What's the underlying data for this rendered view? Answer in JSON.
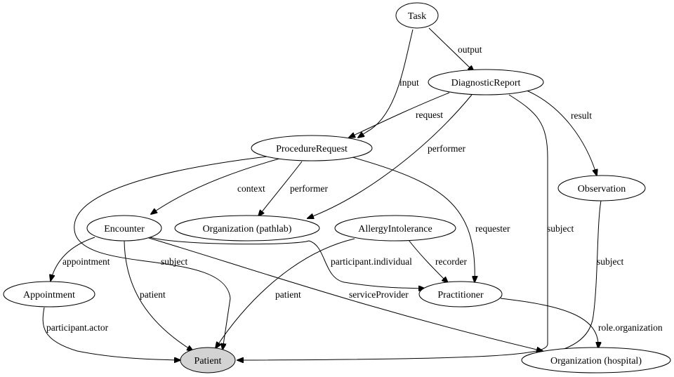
{
  "colors": {
    "node_fill": "#ffffff",
    "highlight_fill": "#d3d3d3",
    "stroke": "#000000"
  },
  "nodes": {
    "task": "Task",
    "diagnostic_report": "DiagnosticReport",
    "procedure_request": "ProcedureRequest",
    "observation": "Observation",
    "encounter": "Encounter",
    "organization_pathlab": "Organization (pathlab)",
    "allergy_intolerance": "AllergyIntolerance",
    "appointment": "Appointment",
    "practitioner": "Practitioner",
    "patient": "Patient",
    "organization_hospital": "Organization (hospital)"
  },
  "edges": {
    "task_output": "output",
    "task_input": "input",
    "dr_request": "request",
    "dr_performer": "performer",
    "dr_result": "result",
    "dr_subject": "subject",
    "pr_context": "context",
    "pr_performer": "performer",
    "pr_requester": "requester",
    "pr_subject": "subject",
    "obs_subject": "subject",
    "enc_appointment": "appointment",
    "enc_patient": "patient",
    "enc_participant": "participant.individual",
    "enc_service_provider": "serviceProvider",
    "ai_recorder": "recorder",
    "ai_patient": "patient",
    "appt_participant": "participant.actor",
    "pract_role_org": "role.organization"
  }
}
